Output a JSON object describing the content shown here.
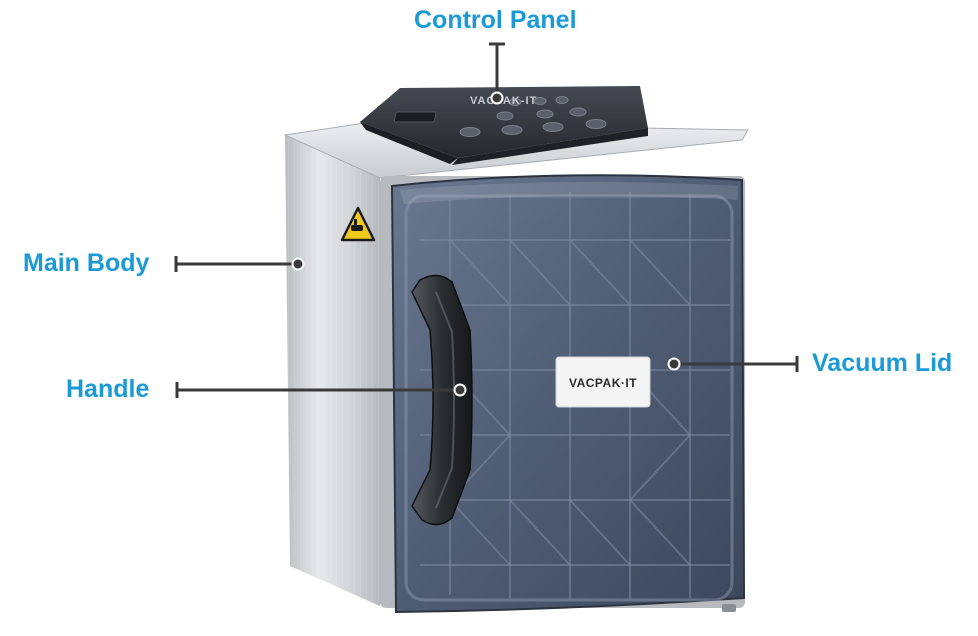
{
  "colors": {
    "callout_text": "#1a9ad6",
    "leader_line": "#3a3a3a",
    "lid_tint": "#4f5f78",
    "steel": "#cfd2d6",
    "panel_dark": "#2e3238",
    "warning_yellow": "#f2c81a"
  },
  "callouts": {
    "control_panel": "Control Panel",
    "main_body": "Main Body",
    "handle": "Handle",
    "vacuum_lid": "Vacuum Lid"
  },
  "product": {
    "panel_brand": "VACPAK-IT",
    "lid_badge": "VACPAK·IT"
  },
  "icons": {
    "warning": "hand-crush-warning-icon"
  }
}
